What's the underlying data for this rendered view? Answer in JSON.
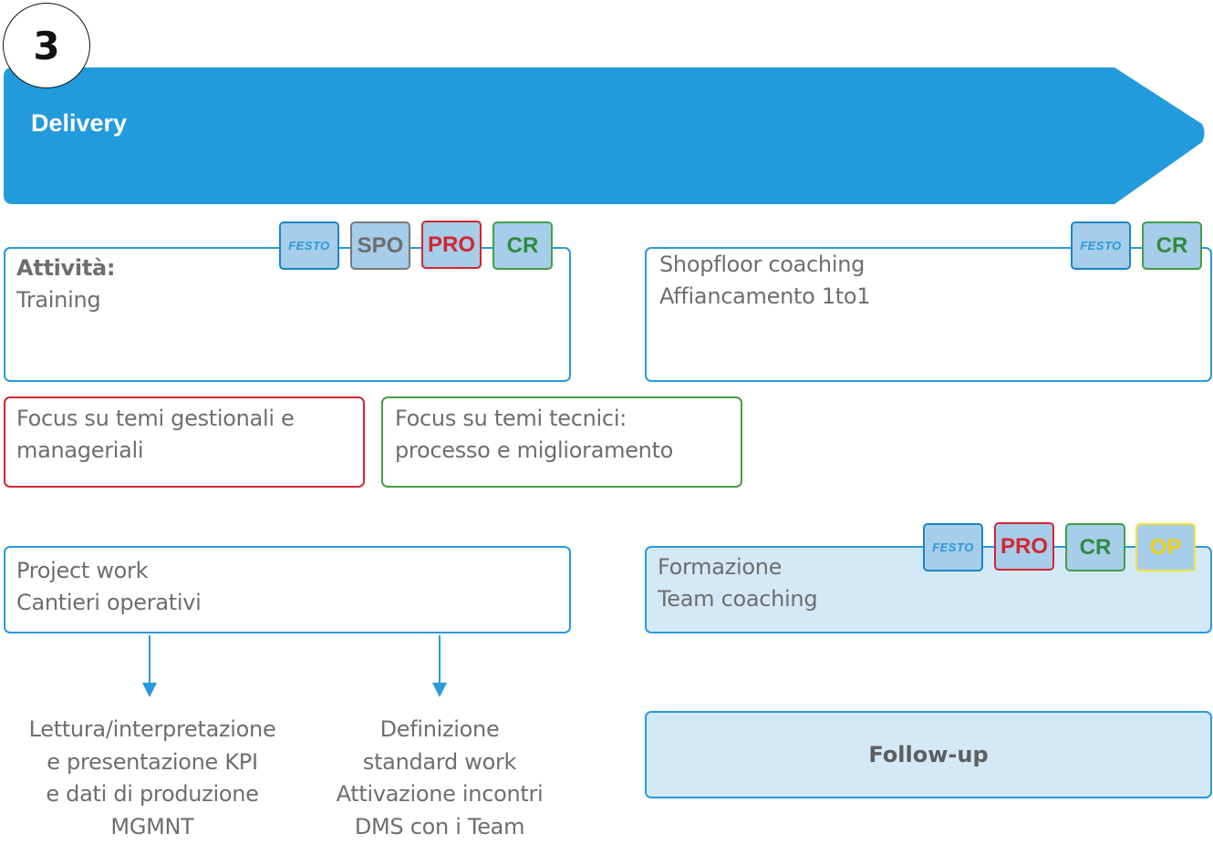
{
  "step": {
    "number": "3"
  },
  "banner": {
    "title": "Delivery",
    "color": "#229bdc"
  },
  "tags": {
    "festo": "FESTO",
    "spo": "SPO",
    "pro": "PRO",
    "cr": "CR",
    "op": "OP"
  },
  "activities_box": {
    "heading": "Attività:",
    "line": "Training"
  },
  "shopfloor_box": {
    "line1": "Shopfloor coaching",
    "line2": "Affiancamento 1to1"
  },
  "focus_managerial": {
    "line1": "Focus su temi gestionali e",
    "line2": "manageriali"
  },
  "focus_technical": {
    "line1": "Focus su temi tecnici:",
    "line2": "processo e miglioramento"
  },
  "project_box": {
    "line1": "Project work",
    "line2": "Cantieri operativi"
  },
  "formazione_box": {
    "line1": "Formazione",
    "line2": "Team coaching"
  },
  "outcome_left": {
    "line1": "Lettura/interpretazione",
    "line2": "e presentazione KPI",
    "line3": "e dati di produzione",
    "line4": "MGMNT"
  },
  "outcome_right": {
    "line1": "Definizione",
    "line2": "standard work",
    "line3": "Attivazione  incontri",
    "line4": "DMS con i Team"
  },
  "followup": {
    "label": "Follow-up"
  },
  "colors": {
    "blue": "#229bdc",
    "red": "#d22630",
    "green": "#43a047",
    "yellow": "#f2e23a",
    "tag_fill": "#a6cdea",
    "light_fill": "#d4e9f7"
  }
}
